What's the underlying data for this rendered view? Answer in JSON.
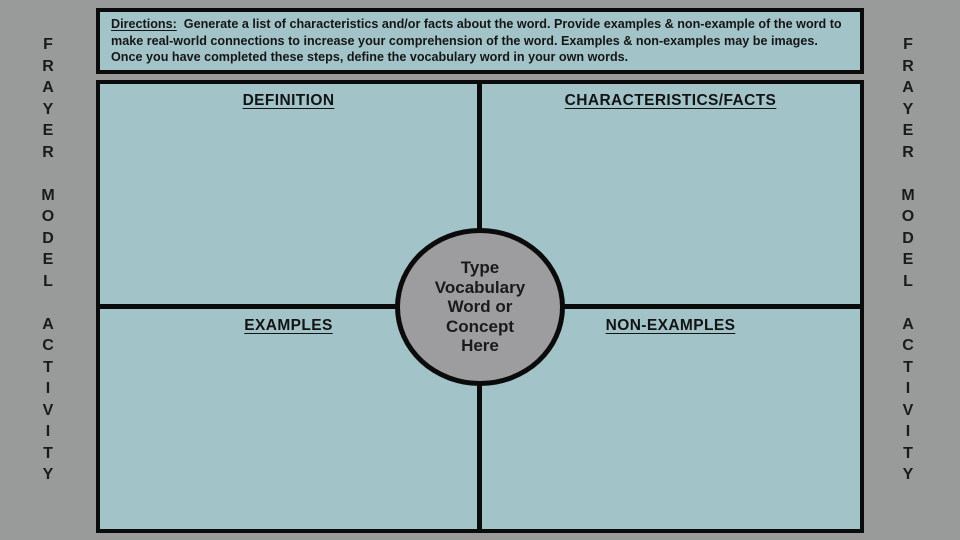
{
  "title": "Frayer Model Activity",
  "colors": {
    "background": "#999a9a",
    "panel_blue": "#a2c4c9",
    "circle_gray": "#9d9d9f",
    "border_black": "#0b0b0b"
  },
  "side": {
    "letters": [
      "F",
      "R",
      "A",
      "Y",
      "E",
      "R",
      "",
      "M",
      "O",
      "D",
      "E",
      "L",
      "",
      "A",
      "C",
      "T",
      "I",
      "V",
      "I",
      "T",
      "Y"
    ]
  },
  "directions": {
    "label": "Directions:",
    "body": "Generate a list of characteristics and/or facts about the word. Provide examples & non-example of the word to make real-world connections to increase your comprehension of the word. Examples & non-examples may be images. Once you have completed these steps, define the vocabulary word in your own words."
  },
  "quadrants": {
    "top_left": {
      "heading": "DEFINITION"
    },
    "top_right": {
      "heading": "CHARACTERISTICS/FACTS"
    },
    "bottom_left": {
      "heading": "EXAMPLES"
    },
    "bottom_right": {
      "heading": "NON-EXAMPLES"
    }
  },
  "circle": {
    "placeholder": "Type\nVocabulary\nWord or\nConcept\nHere"
  }
}
